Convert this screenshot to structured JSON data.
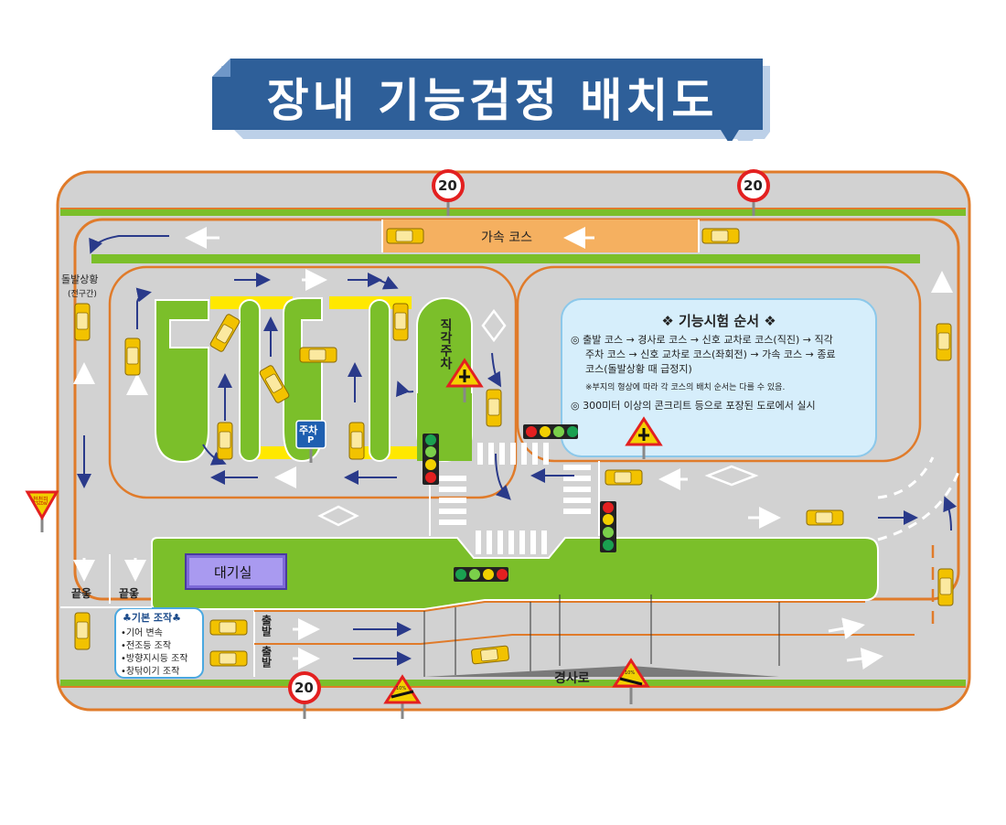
{
  "title": "장내 기능검정 배치도",
  "signs": {
    "speed_limit": "20",
    "slow_sign_lines": [
      "천천히",
      "SLOW"
    ],
    "slope_percent": "10%"
  },
  "labels": {
    "acceleration_course": "가속 코스",
    "sudden_situation": "돌발상황",
    "sudden_situation_sub": "(전구간)",
    "right_angle_parking": "직각주차",
    "parking_sign_top": "주차",
    "parking_sign_bottom": "P",
    "waiting_room": "대기실",
    "end_left": "끝옿",
    "end_right": "끝옿",
    "start_upper": "출발",
    "start_lower": "출발",
    "slope_road": "경사로"
  },
  "test_order": {
    "title": "❖ 기능시험 순서 ❖",
    "line1": "◎ 출발 코스 → 경사로 코스 → 신호 교차로 코스(직진) → 직각",
    "line2": "주차 코스 → 신호 교차로 코스(좌회전) → 가속 코스 → 종료",
    "line3": "코스(돌발상황 때 급정지)",
    "note": "※부지의 형상에 따라 각 코스의 배치 순서는 다를 수 있음.",
    "line4": "◎ 300미터 이상의 콘크리트 등으로 포장된 도로에서 실시"
  },
  "basic_operation": {
    "title": "♣기본 조작♣",
    "items": [
      "•기어 변속",
      "•전조등 조작",
      "•방향지시등 조작",
      "•창닦이기 조작"
    ]
  },
  "colors": {
    "banner": "#2e5f99",
    "road": "#cfcfcf",
    "grass": "#7bbf2a",
    "border": "#e07b2a",
    "accel_lane": "#f5b060",
    "info_box": "#d6eefb",
    "arrow": "#2a3a8a",
    "car": "#f2c200"
  }
}
